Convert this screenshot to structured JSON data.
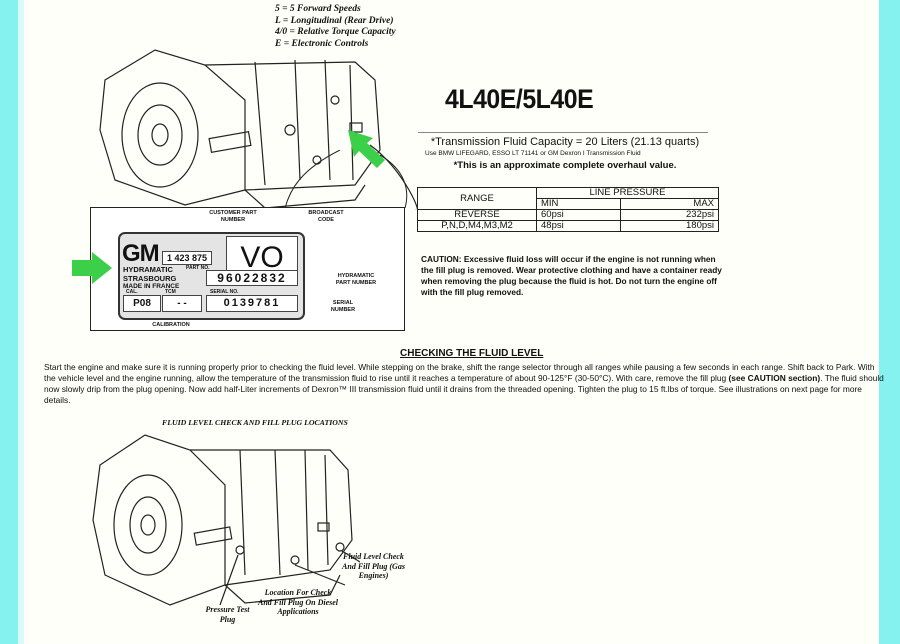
{
  "legend": {
    "lines": [
      "5 = 5 Forward Speeds",
      "L = Longitudinal (Rear Drive)",
      "4/0 = Relative Torque Capacity",
      "E = Electronic Controls"
    ]
  },
  "title": "4L40E/5L40E",
  "capacity": "*Transmission Fluid Capacity = 20 Liters (21.13 quarts)",
  "fluid_use": "Use BMW LIFEGARD, ESSO LT 71141 or GM Dexron   I  Transmission Fluid",
  "approx_note": "*This is an approximate complete overhaul value.",
  "pressure_table": {
    "range_header": "RANGE",
    "line_pressure_header": "LINE PRESSURE",
    "min_header": "MIN",
    "max_header": "MAX",
    "rows": [
      {
        "range": "REVERSE",
        "min": "60psi",
        "max": "232psi"
      },
      {
        "range": "P,N,D,M4,M3,M2",
        "min": "48psi",
        "max": "180psi"
      }
    ]
  },
  "caution": "CAUTION: Excessive fluid loss will occur if the engine is not running when the fill plug is removed.  Wear protective clothing and have a container ready when removing the plug because the fluid is hot.  Do not turn the engine off with the fill plug removed.",
  "id_tag": {
    "customer_part_label": "CUSTOMER PART NUMBER",
    "broadcast_label": "BROADCAST CODE",
    "gm": "GM",
    "customer_part": "1 423 875",
    "broadcast_code": "VO",
    "hydramatic": "HYDRAMATIC",
    "strasbourg": "STRASBOURG",
    "made_in": "MADE IN FRANCE",
    "part_no_label": "PART NO.",
    "part_no": "96022832",
    "cal_label": "CAL.",
    "tcm_label": "TCM",
    "serial_label": "SERIAL NO.",
    "cal": "P08",
    "tcm": "- -",
    "serial": "0139781",
    "hydramatic_part_label": "HYDRAMATIC PART NUMBER",
    "serial_number_label": "SERIAL NUMBER",
    "calibration_label": "CALIBRATION"
  },
  "section": {
    "heading": "CHECKING THE FLUID LEVEL",
    "p1": "Start the engine and make sure it is running properly prior to checking the fluid level.  While stepping on the brake, shift the range selector through all ranges while pausing a few seconds in each range.  Shift back to Park.  With the vehicle level and the engine running, allow the temperature of the transmission fluid to rise until it reaches a temperature of about 90-125°F (30-50°C).  With care, remove the fill plug ",
    "p_bold": "(see CAUTION section)",
    "p2": ".  The fluid should now slowly drip from the plug opening.  Now add half-Liter increments of Dexron™ III transmission fluid until it drains from the threaded opening.  Tighten the plug to 15 ft.lbs of torque.  See illustrations on next page for more details."
  },
  "fill_plug_figure": {
    "title": "FLUID LEVEL CHECK AND FILL PLUG LOCATIONS",
    "gas": "Fluid Level Check And Fill Plug (Gas Engines)",
    "diesel": "Location For Check And Fill Plug On Diesel Applications",
    "pressure": "Pressure Test Plug"
  },
  "colors": {
    "edge": "#86f2f0",
    "arrow": "#3ccf4a"
  }
}
